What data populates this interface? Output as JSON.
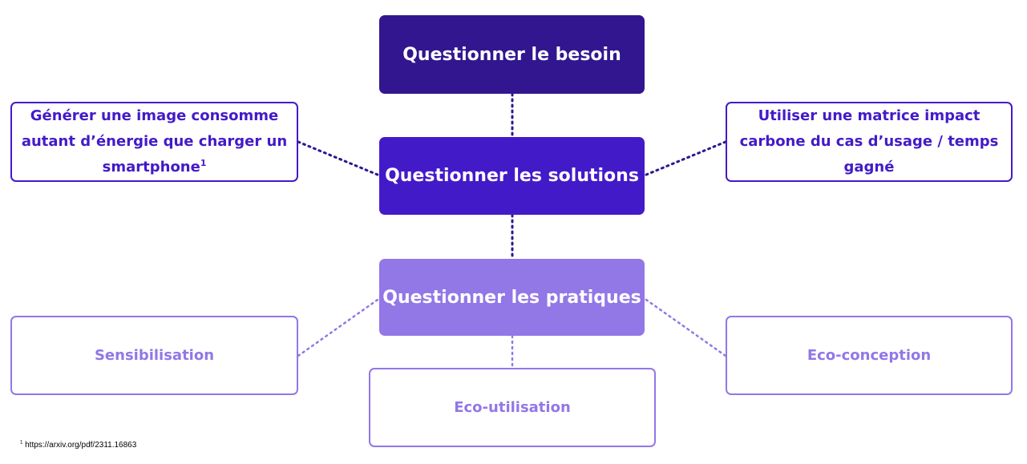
{
  "colors": {
    "dark": "#31168f",
    "medium": "#431ac8",
    "light": "#9277e7",
    "connector_dark": "#31168f",
    "connector_light": "#9277e7"
  },
  "nodes": {
    "besoin": "Questionner le besoin",
    "solutions": "Questionner les solutions",
    "pratiques": "Questionner les pratiques",
    "image": "Générer une image consomme autant d’énergie que charger un smartphone",
    "image_footnote_mark": "1",
    "matrice": "Utiliser une matrice impact carbone du cas d’usage / temps gagné",
    "sensibilisation": "Sensibilisation",
    "eco_conception": "Eco-conception",
    "eco_utilisation": "Eco-utilisation"
  },
  "footnote": {
    "mark": "1",
    "text": "https://arxiv.org/pdf/2311.16863"
  }
}
